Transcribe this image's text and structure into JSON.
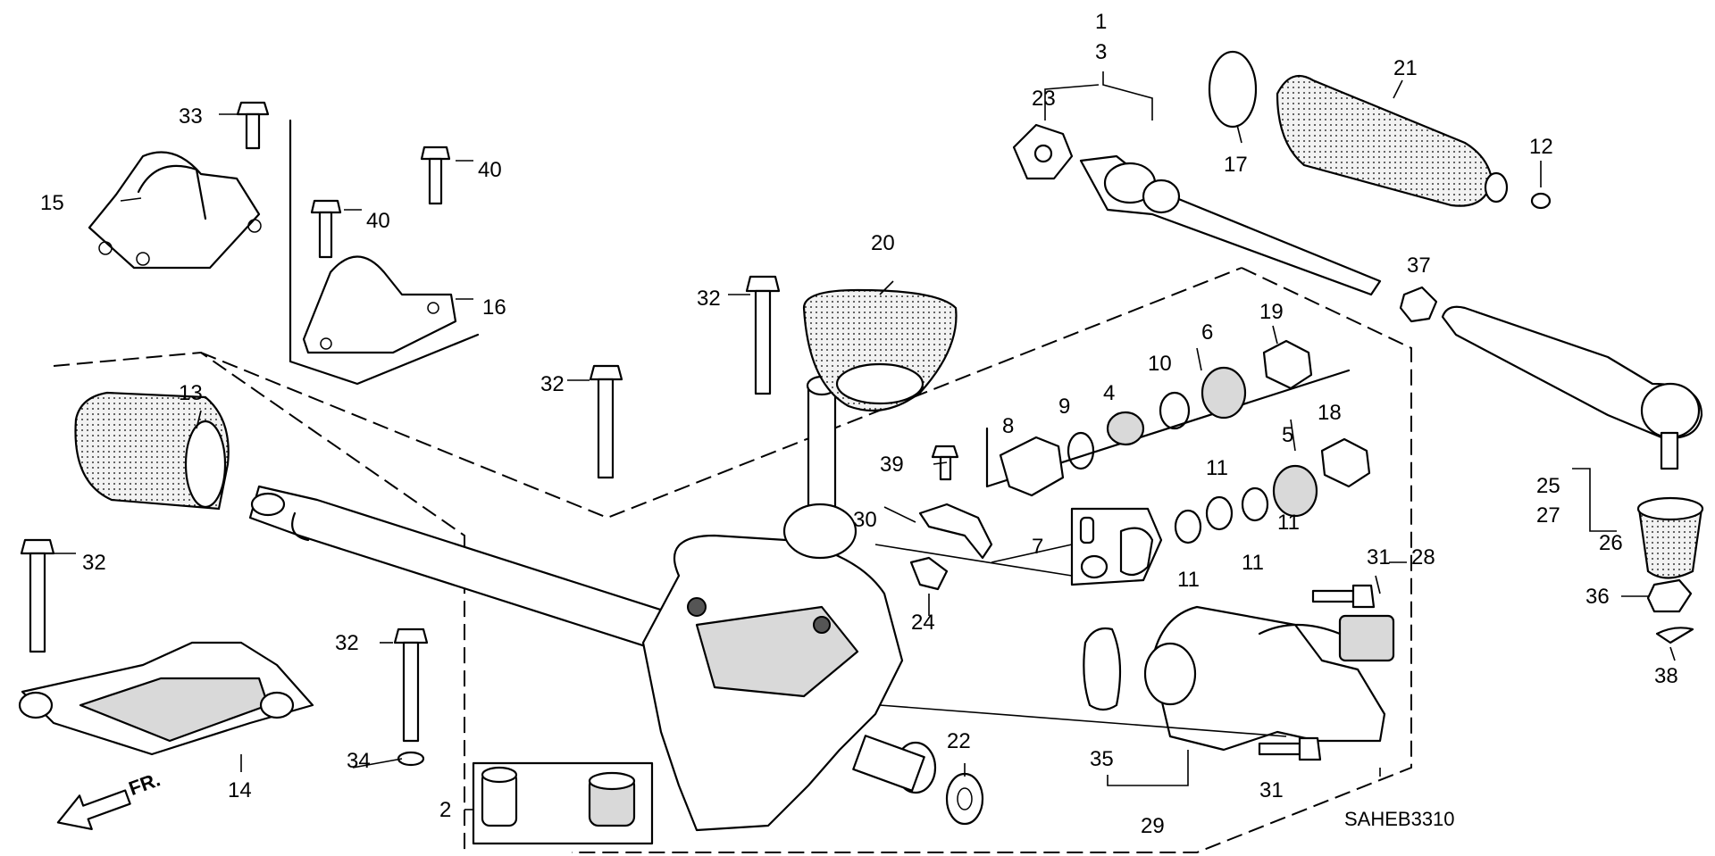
{
  "diagram_code": "SAHEB3310",
  "direction_label": "FR.",
  "callouts": [
    "1",
    "3",
    "23",
    "21",
    "17",
    "12",
    "33",
    "40",
    "40",
    "15",
    "16",
    "20",
    "32",
    "32",
    "37",
    "19",
    "13",
    "6",
    "10",
    "4",
    "9",
    "8",
    "18",
    "5",
    "11",
    "11",
    "11",
    "11",
    "39",
    "30",
    "7",
    "24",
    "31",
    "28",
    "25",
    "27",
    "26",
    "36",
    "38",
    "32",
    "32",
    "34",
    "14",
    "2",
    "22",
    "35",
    "29",
    "31"
  ]
}
